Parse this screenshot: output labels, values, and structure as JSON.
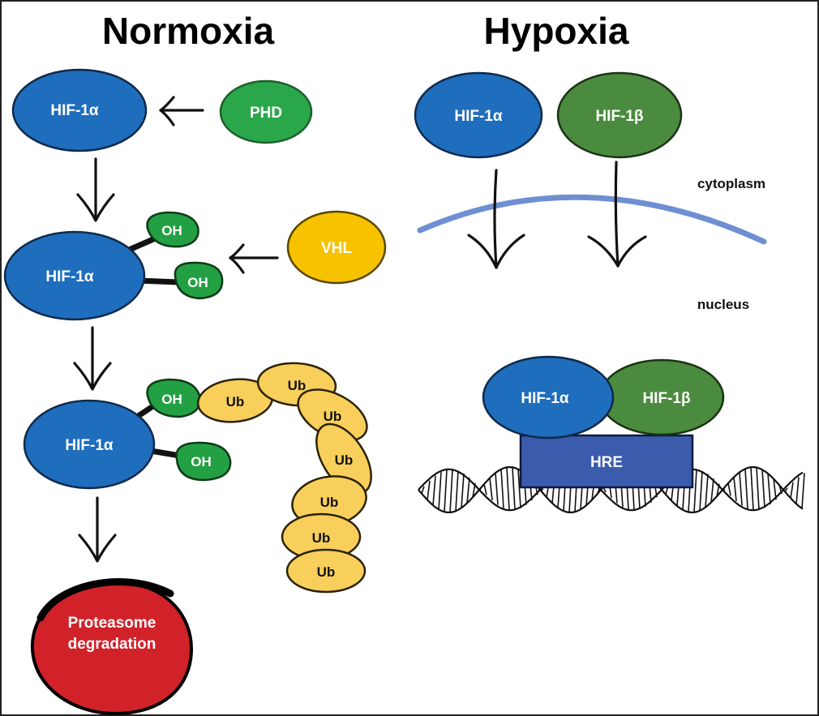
{
  "panels": {
    "normoxia": {
      "title": "Normoxia",
      "hif1a": "HIF-1α",
      "phd": "PHD",
      "vhl": "VHL",
      "oh": "OH",
      "ub": "Ub",
      "proteasome_line1": "Proteasome",
      "proteasome_line2": "degradation"
    },
    "hypoxia": {
      "title": "Hypoxia",
      "hif1a": "HIF-1α",
      "hif1b": "HIF-1β",
      "cytoplasm": "cytoplasm",
      "nucleus": "nucleus",
      "hre": "HRE"
    }
  },
  "colors": {
    "hif1a": "#1f6dbd",
    "hif1b": "#4b8b3f",
    "phd": "#2aa74a",
    "oh": "#23a043",
    "vhl": "#f7c300",
    "ubiquitin": "#f8cf5a",
    "proteasome": "#d1222a",
    "hre": "#3b5cad",
    "membrane": "#6f8fd3"
  }
}
